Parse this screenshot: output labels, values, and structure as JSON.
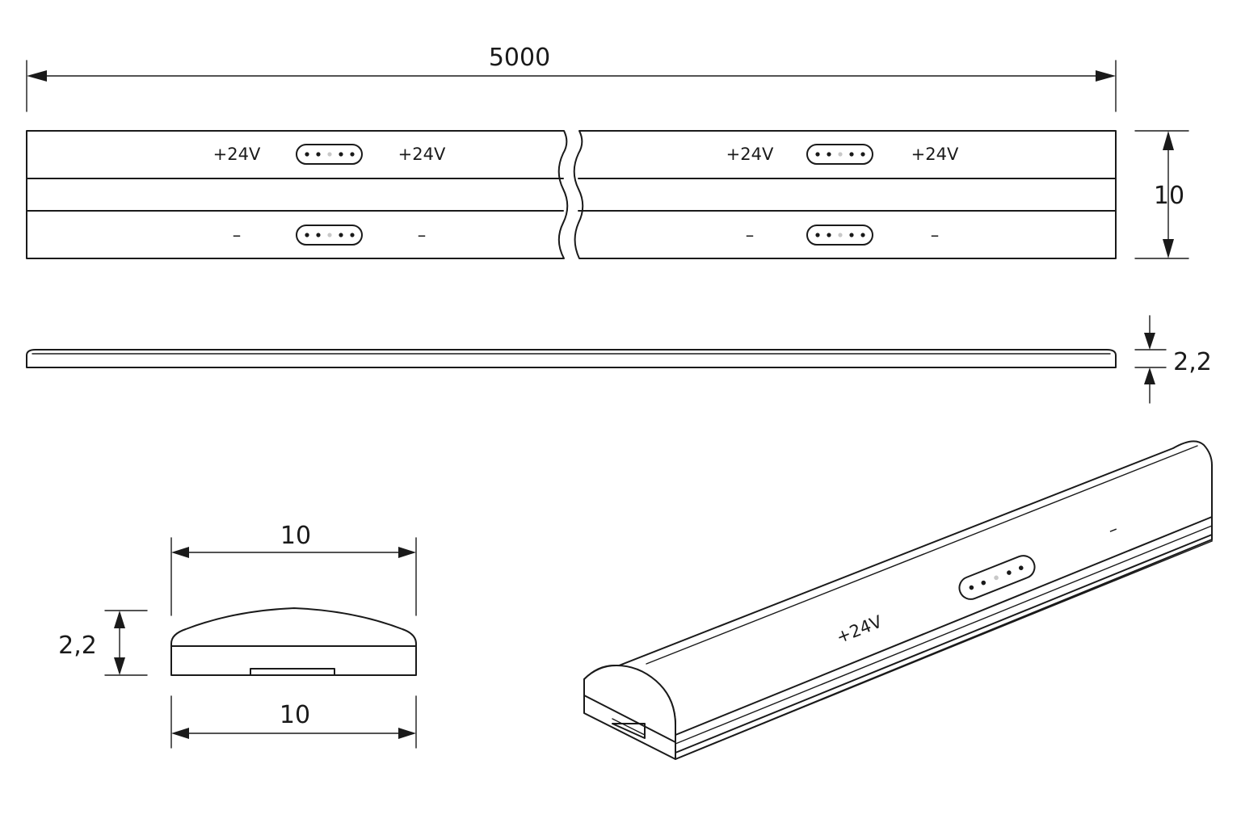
{
  "dimensions": {
    "length": "5000",
    "width": "10",
    "height": "2,2",
    "profile_top_width": "10",
    "profile_bottom_width": "10",
    "profile_height": "2,2"
  },
  "labels": {
    "positive": "+24V",
    "negative": "–"
  },
  "colors": {
    "line": "#1a1a1a",
    "background": "#ffffff"
  }
}
